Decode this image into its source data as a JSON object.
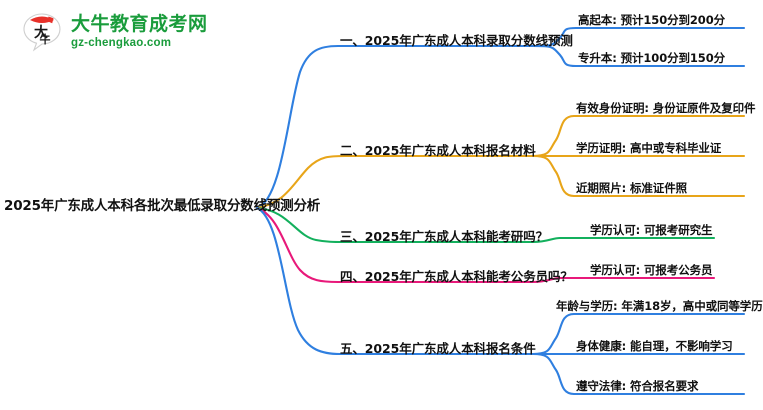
{
  "logo": {
    "mark_text": "大牛",
    "brand_cn": "大牛教育成考网",
    "brand_en": "gz-chengkao.com",
    "brand_color": "#1a9c3c",
    "banner_color": "#e8312a"
  },
  "mindmap": {
    "root": {
      "label": "2025年广东成人本科各批次最低录取分数线预测分析"
    },
    "branches": [
      {
        "label": "一、2025年广东成人本科录取分数线预测",
        "color": "#2f7fe0",
        "children": [
          {
            "label": "高起本: 预计150分到200分"
          },
          {
            "label": "专升本: 预计100分到150分"
          }
        ]
      },
      {
        "label": "二、2025年广东成人本科报名材料",
        "color": "#e8a519",
        "children": [
          {
            "label": "有效身份证明: 身份证原件及复印件"
          },
          {
            "label": "学历证明: 高中或专科毕业证"
          },
          {
            "label": "近期照片: 标准证件照"
          }
        ]
      },
      {
        "label": "三、2025年广东成人本科能考研吗？",
        "color": "#13b05d",
        "children": [
          {
            "label": "学历认可: 可报考研究生"
          }
        ]
      },
      {
        "label": "四、2025年广东成人本科能考公务员吗？",
        "color": "#e8197a",
        "children": [
          {
            "label": "学历认可: 可报考公务员"
          }
        ]
      },
      {
        "label": "五、2025年广东成人本科报名条件",
        "color": "#2f7fe0",
        "children": [
          {
            "label": "年龄与学历: 年满18岁，高中或同等学历"
          },
          {
            "label": "身体健康: 能自理，不影响学习"
          },
          {
            "label": "遵守法律: 符合报名要求"
          }
        ]
      }
    ]
  }
}
